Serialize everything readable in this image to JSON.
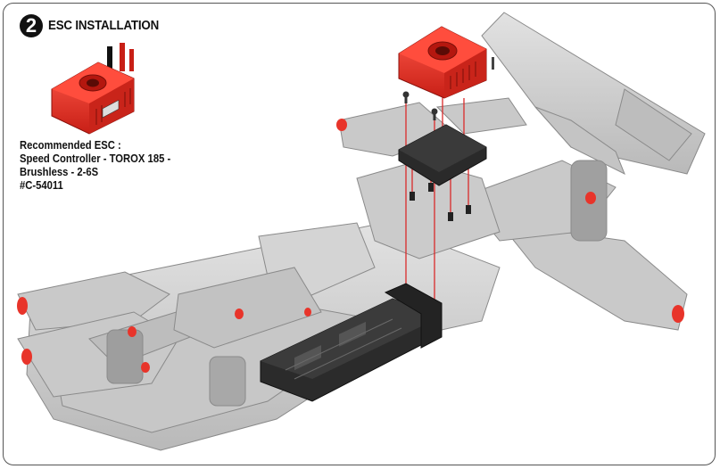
{
  "step": {
    "number": "2",
    "title": "ESC INSTALLATION"
  },
  "recommended": {
    "heading": "Recommended ESC :",
    "line1": "Speed Controller - TOROX 185 -",
    "line2": "Brushless - 2-6S",
    "part_number": "#C-54011"
  },
  "colors": {
    "accent_red": "#e8342a",
    "line_red": "#d92b2b",
    "chassis_gray": "#cfcfcf",
    "part_black": "#1e1e1e"
  },
  "icons": {
    "esc": "esc-unit-icon",
    "chassis": "rc-buggy-chassis-illustration"
  }
}
